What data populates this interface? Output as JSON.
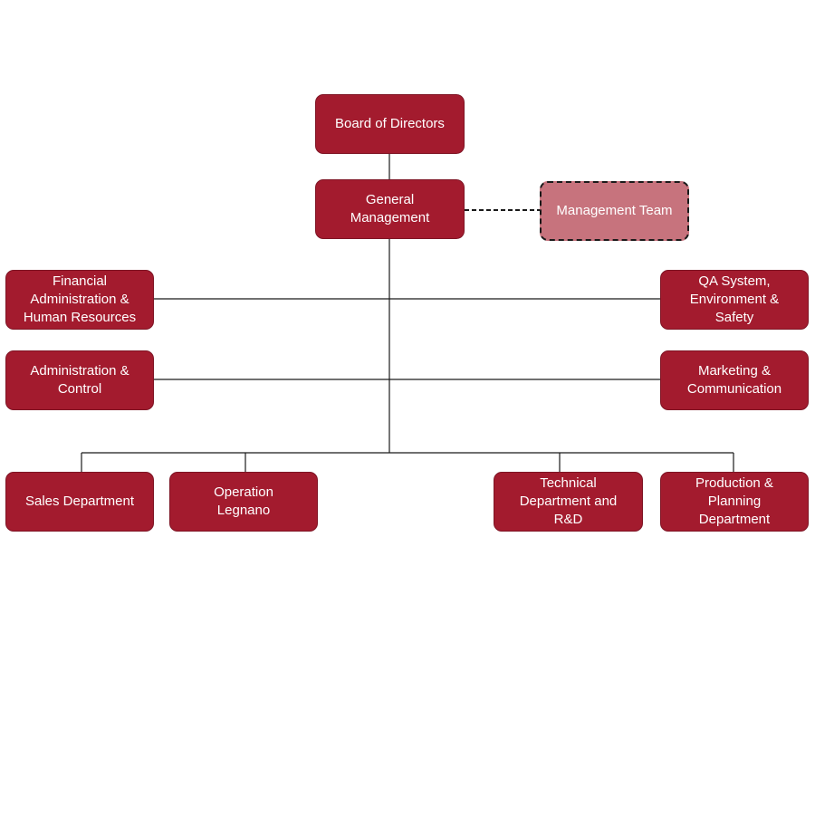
{
  "diagram": {
    "nodes": {
      "board": "Board of Directors",
      "general_management": "General\nManagement",
      "management_team": "Management Team",
      "financial_admin_hr": "Financial\nAdministration &\nHuman Resources",
      "qa_system": "QA System,\nEnvironment &\nSafety",
      "admin_control": "Administration &\nControl",
      "marketing_communication": "Marketing &\nCommunication",
      "sales": "Sales Department",
      "operation_legnano": "Operation\nLegnano",
      "technical_rd": "Technical\nDepartment and\nR&D",
      "production_planning": "Production &\nPlanning\nDepartment"
    },
    "colors": {
      "node_fill": "#a31b2e",
      "advisory_fill": "#c7737d",
      "line": "#1a1a1a"
    }
  }
}
